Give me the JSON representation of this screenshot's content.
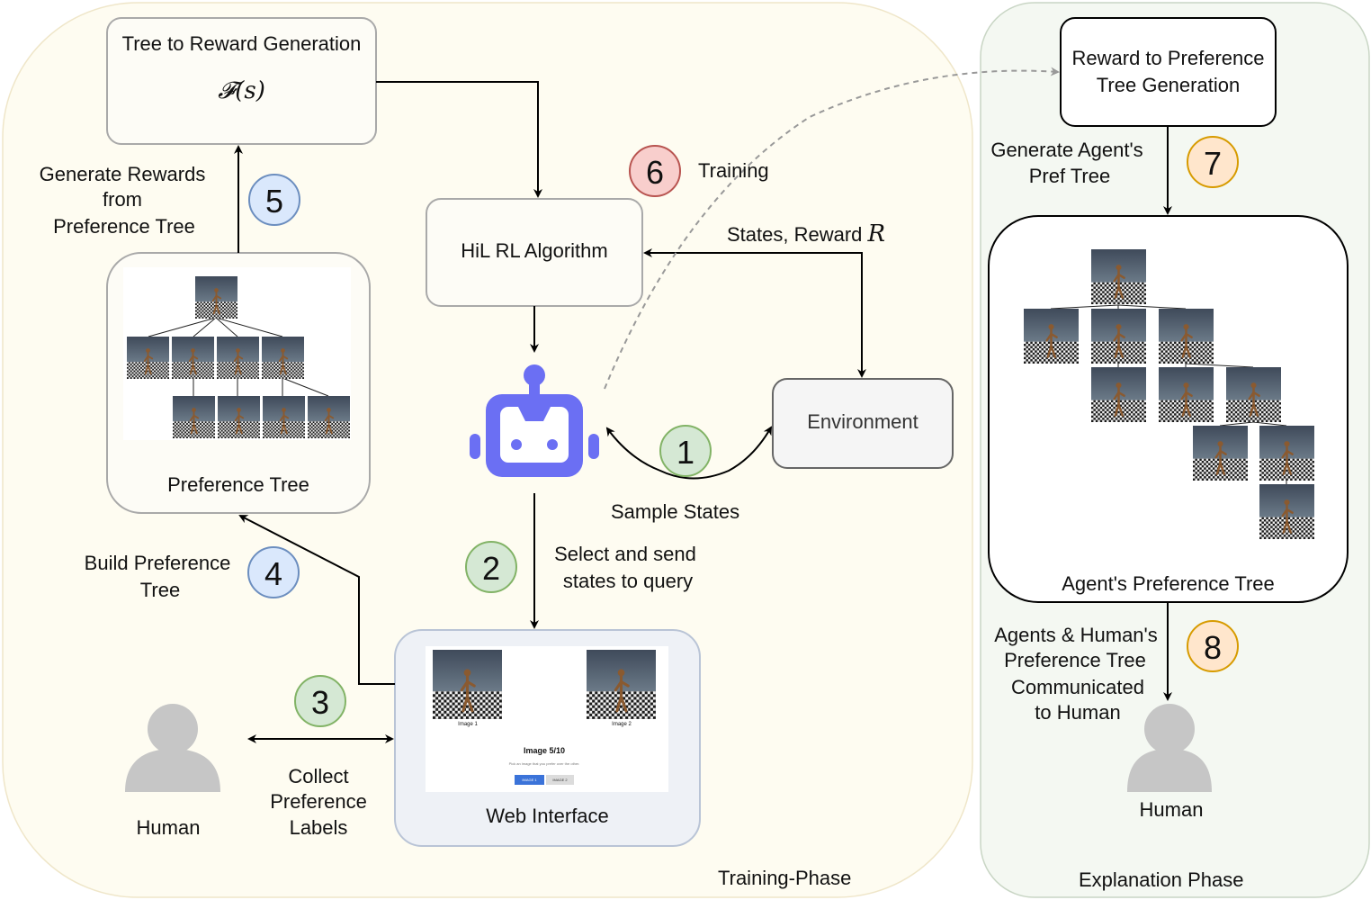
{
  "phases": {
    "training": "Training-Phase",
    "explanation": "Explanation Phase"
  },
  "boxes": {
    "tree_to_reward": "Tree to Reward Generation",
    "tree_to_reward_formula": "𝓕(s)",
    "hil_rl": "HiL RL Algorithm",
    "environment": "Environment",
    "reward_to_pref_line1": "Reward to Preference",
    "reward_to_pref_line2": "Tree Generation",
    "preference_tree": "Preference Tree",
    "web_interface": "Web Interface",
    "agent_pref_tree": "Agent's Preference Tree"
  },
  "web_ui": {
    "image1_label": "Image 1",
    "image2_label": "Image 2",
    "counter": "Image 5/10",
    "instruction": "Pick an image that you prefer over the other.",
    "button1": "IMAGE 1",
    "button2": "IMAGE 2"
  },
  "steps": [
    {
      "num": "1",
      "color": "#d5e8d4"
    },
    {
      "num": "2",
      "color": "#d5e8d4"
    },
    {
      "num": "3",
      "color": "#d5e8d4"
    },
    {
      "num": "4",
      "color": "#dae8fc"
    },
    {
      "num": "5",
      "color": "#dae8fc"
    },
    {
      "num": "6",
      "color": "#f8cecc"
    },
    {
      "num": "7",
      "color": "#ffe6cc"
    },
    {
      "num": "8",
      "color": "#ffe6cc"
    }
  ],
  "labels": {
    "training": "Training",
    "states_reward": "States, Reward",
    "reward_symbol": "R",
    "sample_states": "Sample States",
    "select_send_1": "Select and send",
    "select_send_2": "states to query",
    "collect_1": "Collect",
    "collect_2": "Preference",
    "collect_3": "Labels",
    "build_1": "Build Preference",
    "build_2": "Tree",
    "gen_rewards_1": "Generate Rewards",
    "gen_rewards_2": "from",
    "gen_rewards_3": "Preference Tree",
    "gen_agent_1": "Generate Agent's",
    "gen_agent_2": "Pref Tree",
    "communicated_1": "Agents & Human's",
    "communicated_2": "Preference Tree",
    "communicated_3": "Communicated",
    "communicated_4": "to Human",
    "human_left": "Human",
    "human_right": "Human"
  },
  "colors": {
    "training_bg": "#fefcf1",
    "explanation_bg": "#f4f8f2",
    "robot": "#6b6ff3",
    "human_icon": "#c6c6c6"
  }
}
